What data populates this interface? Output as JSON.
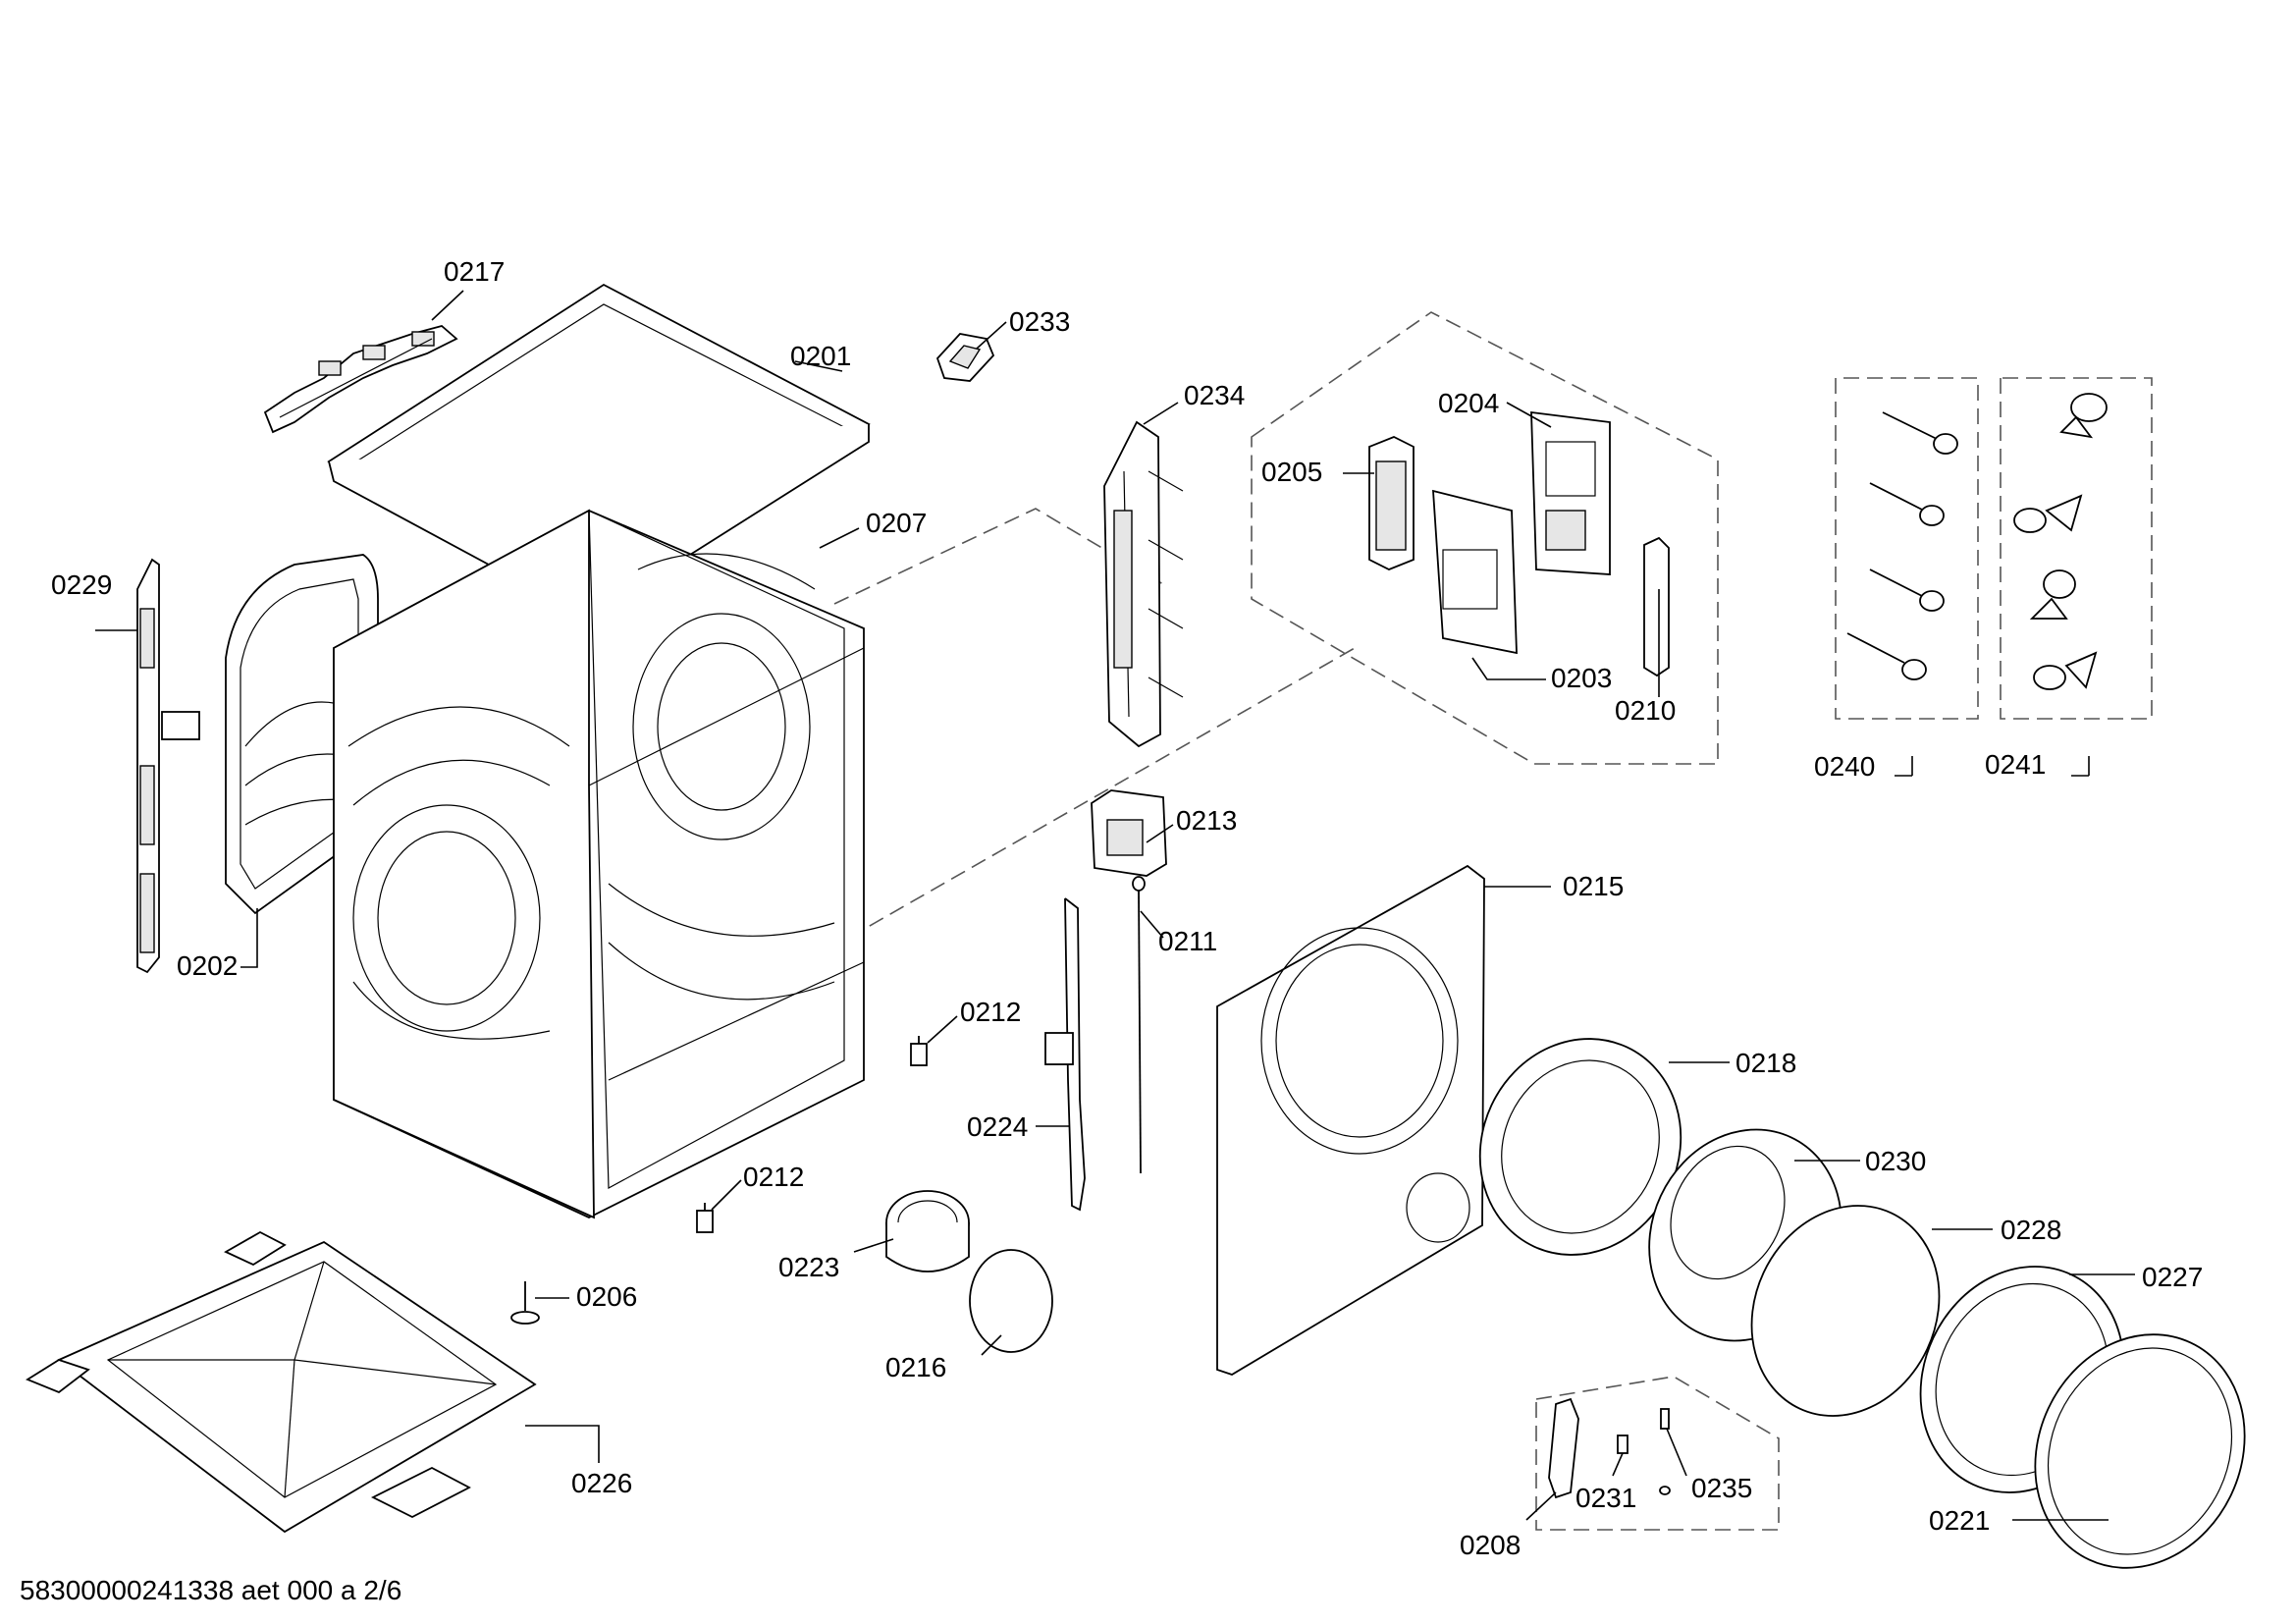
{
  "labels": {
    "p0201": "0201",
    "p0202": "0202",
    "p0203": "0203",
    "p0204": "0204",
    "p0205": "0205",
    "p0206": "0206",
    "p0207": "0207",
    "p0208": "0208",
    "p0210": "0210",
    "p0211": "0211",
    "p0212a": "0212",
    "p0212b": "0212",
    "p0213": "0213",
    "p0215": "0215",
    "p0216": "0216",
    "p0217": "0217",
    "p0218": "0218",
    "p0221": "0221",
    "p0223": "0223",
    "p0224": "0224",
    "p0226": "0226",
    "p0227": "0227",
    "p0228": "0228",
    "p0229": "0229",
    "p0230": "0230",
    "p0231": "0231",
    "p0233": "0233",
    "p0234": "0234",
    "p0235": "0235",
    "p0240": "0240",
    "p0241": "0241"
  },
  "footer": "58300000241338 aet 000 a 2/6"
}
